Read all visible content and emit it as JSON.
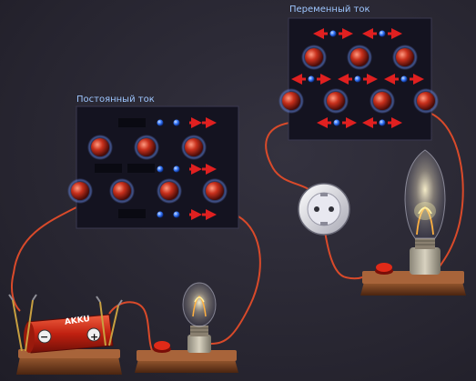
{
  "labels": {
    "dc_title": "Постоянный ток",
    "ac_title": "Переменный ток",
    "battery_brand": "AKKU",
    "battery_minus": "−",
    "battery_plus": "+"
  },
  "colors": {
    "background": "#2a2838",
    "wire": "#d94a2a",
    "electron": "#3a7cff",
    "arrow": "#e02020",
    "ion": "#c8301c",
    "label": "#9ec6ff",
    "panel": "#141320"
  },
  "icons": {
    "dc_source": "battery-icon",
    "ac_source": "power-socket-icon",
    "load": "light-bulb-icon",
    "switch": "red-button-icon"
  }
}
